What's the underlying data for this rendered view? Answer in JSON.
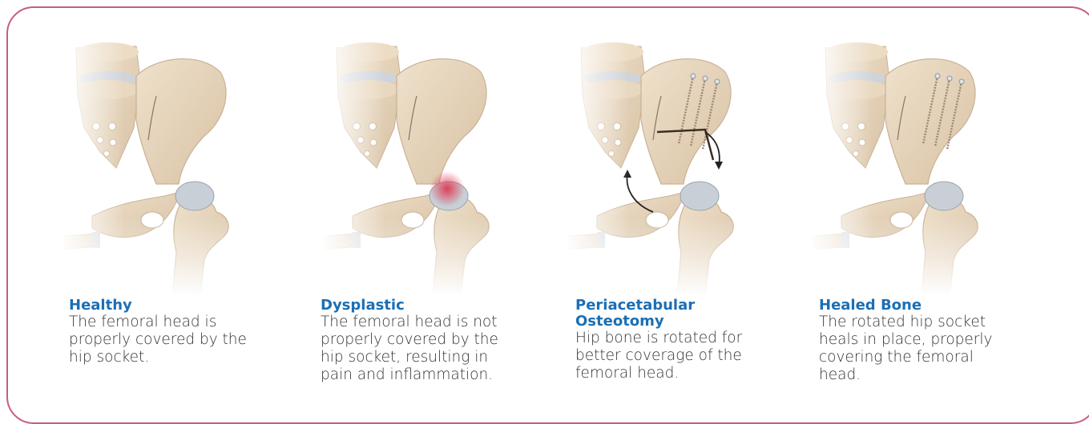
{
  "colors": {
    "frame": "#c4607a",
    "title": "#1b6fb5",
    "text": "#333333",
    "bone": "#e6d4bd",
    "bone_shadow": "#c9b295",
    "cartilage": "#c8cfd6",
    "inflammation": "#e0304a"
  },
  "panels": [
    {
      "title": "Healthy",
      "description": "The femoral head is properly covered by the hip socket.",
      "illustration": "hip-joint-healthy"
    },
    {
      "title": "Dysplastic",
      "description": "The femoral head is not properly covered by the hip socket, resulting in pain and inflammation.",
      "illustration": "hip-joint-dysplastic"
    },
    {
      "title": "Periacetabular Osteotomy",
      "description": "Hip bone is rotated for better coverage of the femoral head.",
      "illustration": "hip-joint-osteotomy"
    },
    {
      "title": "Healed Bone",
      "description": "The rotated hip socket heals in place, properly covering the femoral head.",
      "illustration": "hip-joint-healed"
    }
  ]
}
